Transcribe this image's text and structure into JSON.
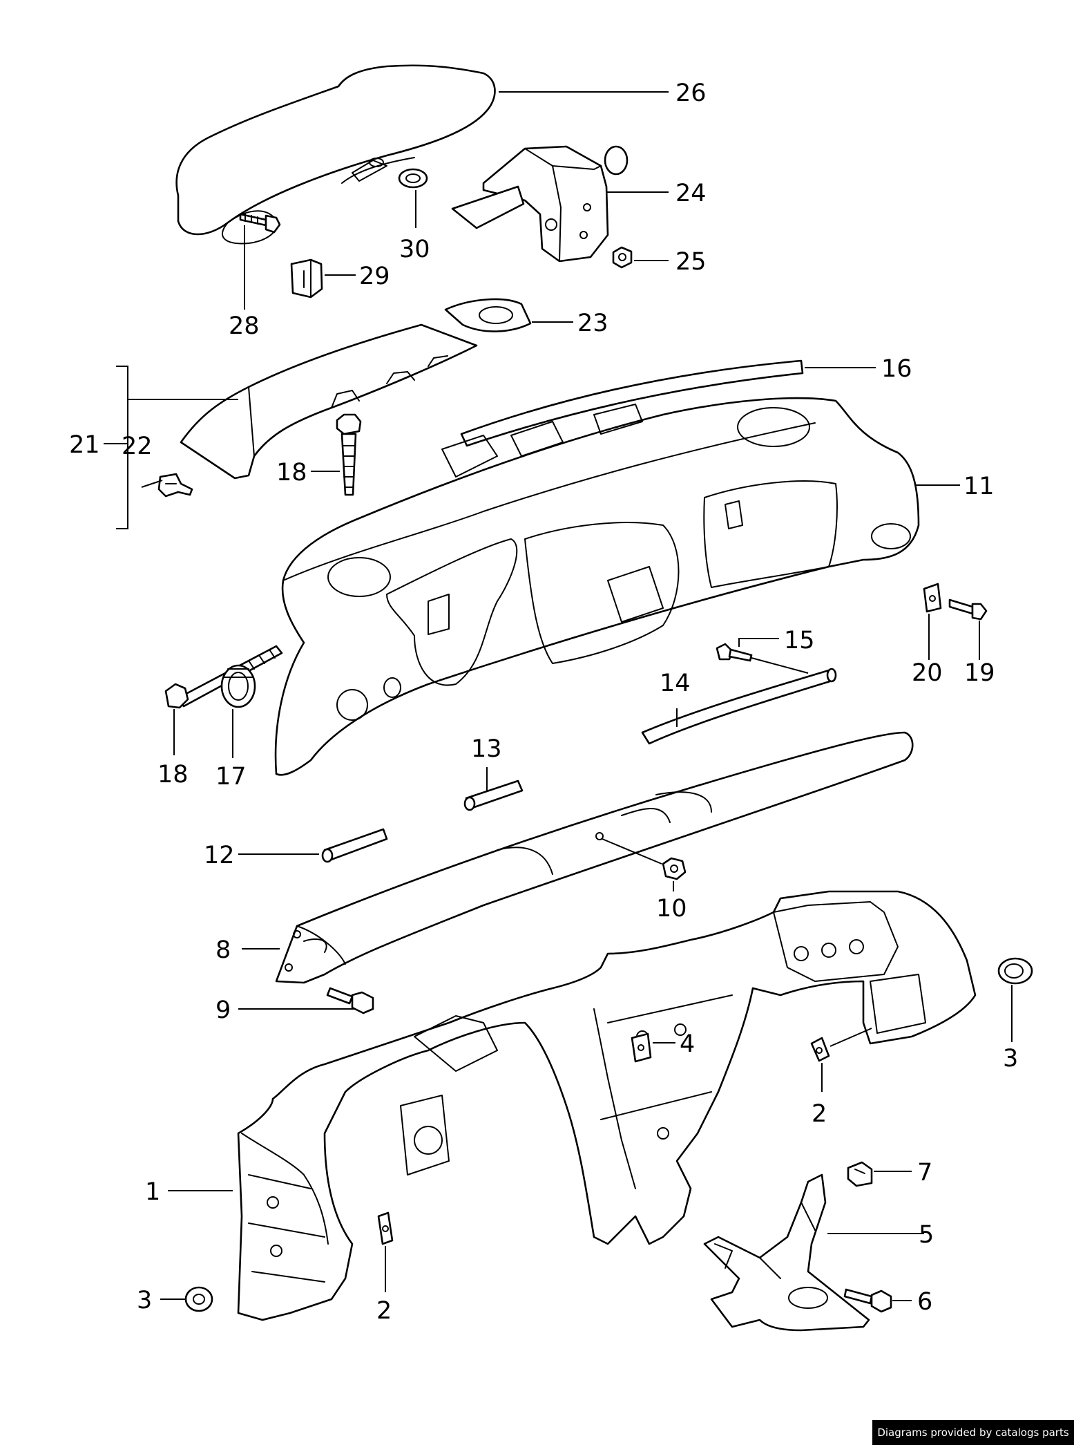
{
  "credit": "Diagrams provided by catalogs parts",
  "labels": {
    "l1": "1",
    "l2a": "2",
    "l2b": "2",
    "l3a": "3",
    "l3b": "3",
    "l4": "4",
    "l5": "5",
    "l6": "6",
    "l7": "7",
    "l8": "8",
    "l9": "9",
    "l10": "10",
    "l11": "11",
    "l12": "12",
    "l13": "13",
    "l14": "14",
    "l15": "15",
    "l16": "16",
    "l17": "17",
    "l18a": "18",
    "l18b": "18",
    "l19": "19",
    "l20": "20",
    "l21": "21",
    "l22": "22",
    "l23": "23",
    "l24": "24",
    "l25": "25",
    "l26": "26",
    "l28": "28",
    "l29": "29",
    "l30": "30"
  }
}
